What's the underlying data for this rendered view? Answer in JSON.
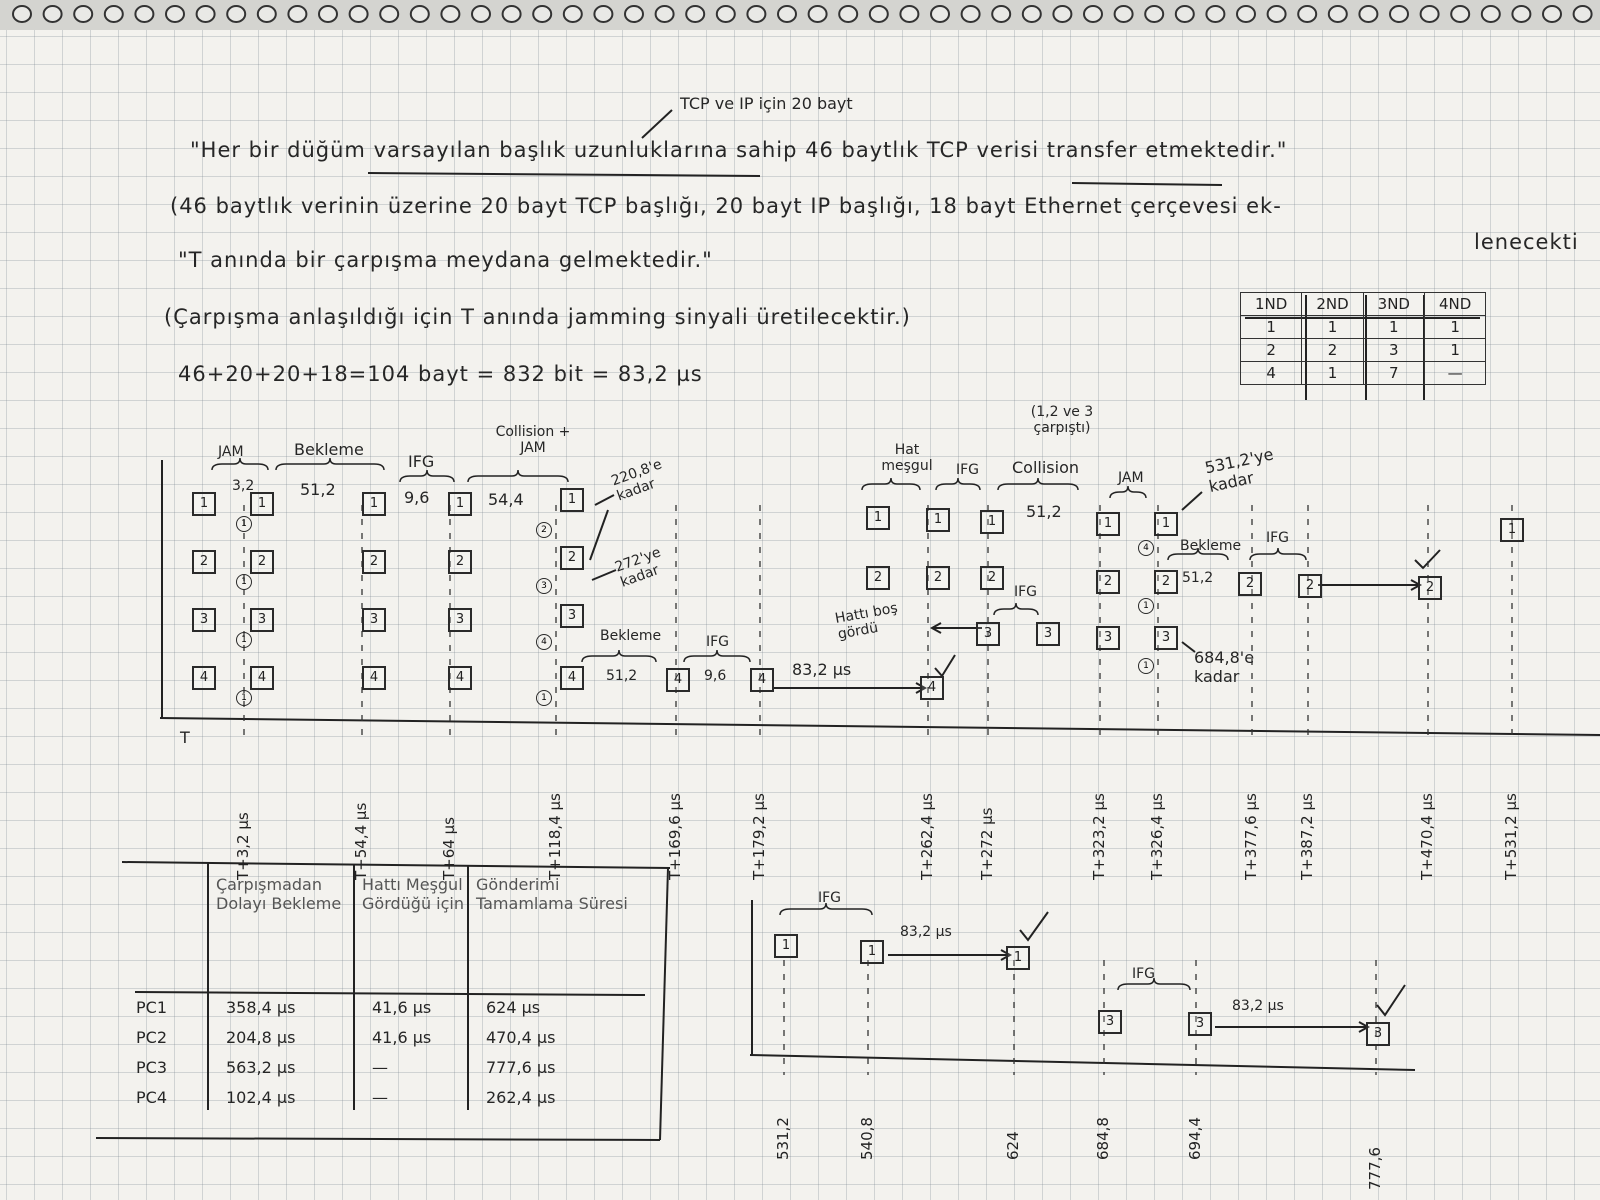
{
  "header": {
    "annotation": "TCP ve IP için 20 bayt",
    "line1": "\"Her bir düğüm varsayılan başlık uzunluklarına sahip 46 baytlık TCP verisi transfer etmektedir.\"",
    "line2": "(46 baytlık verinin üzerine 20 bayt TCP başlığı, 20 bayt IP başlığı, 18 bayt Ethernet çerçevesi ek-",
    "line2b": "lenecekti",
    "line3": "\"T anında bir çarpışma meydana gelmektedir.\"",
    "line4": "(Çarpışma anlaşıldığı için T anında jamming sinyali üretilecektir.)",
    "line5": "46+20+20+18=104 bayt = 832 bit = 83,2 µs"
  },
  "attempt_table": {
    "headers": [
      "1ND",
      "2ND",
      "3ND",
      "4ND"
    ],
    "rows": [
      [
        "1",
        "1",
        "1",
        "1"
      ],
      [
        "2",
        "2",
        "3",
        "1"
      ],
      [
        "4",
        "1",
        "7",
        "—"
      ]
    ]
  },
  "timeline": {
    "origin_label": "T",
    "time_labels": [
      "T+3,2 µs",
      "T+54,4 µs",
      "T+64 µs",
      "T+118,4 µs",
      "T+169,6 µs",
      "T+179,2 µs",
      "T+262,4 µs",
      "T+272 µs",
      "T+323,2 µs",
      "T+326,4 µs",
      "T+377,6 µs",
      "T+387,2 µs",
      "T+470,4 µs",
      "T+531,2 µs"
    ],
    "segment_labels": {
      "jam": "JAM",
      "jam_dur": "3,2",
      "bekleme": "Bekleme",
      "bekleme_dur": "51,2",
      "ifg": "IFG",
      "ifg_dur": "9,6",
      "coll_jam": "Collision + JAM",
      "coll_jam_dur": "54,4",
      "hat_mesgul": "Hat meşgul",
      "ifg2": "IFG",
      "collision": "Collision",
      "collision_dur": "51,2",
      "collision_note": "(1,2 ve 3 çarpıştı)",
      "jam2": "JAM",
      "bekleme2": "Bekleme",
      "bekleme2_dur": "51,2",
      "ifg3": "IFG",
      "bekleme3": "Bekleme",
      "bekleme3_dur": "51,2",
      "ifg4": "IFG",
      "ifg4_dur": "9,6",
      "tx": "83,2 µs",
      "ifg5": "IFG",
      "hatti_bos": "Hattı boş gördü"
    },
    "notes": {
      "n1": "220,8'e kadar",
      "n2": "272'ye kadar",
      "n3": "531,2'ye kadar",
      "n4": "684,8'e kadar"
    },
    "circle_labels": [
      "1",
      "2",
      "3",
      "4"
    ]
  },
  "summary_table": {
    "headers": [
      "",
      "Çarpışmadan Dolayı Bekleme",
      "Hattı Meşgul Gördüğü için",
      "Gönderimi Tamamlama Süresi"
    ],
    "rows": [
      [
        "PC1",
        "358,4 µs",
        "41,6 µs",
        "624 µs"
      ],
      [
        "PC2",
        "204,8 µs",
        "41,6 µs",
        "470,4 µs"
      ],
      [
        "PC3",
        "563,2 µs",
        "—",
        "777,6 µs"
      ],
      [
        "PC4",
        "102,4 µs",
        "—",
        "262,4 µs"
      ]
    ]
  },
  "lower_timeline": {
    "ifg": "IFG",
    "tx": "83,2 µs",
    "time_labels": [
      "531,2",
      "540,8",
      "624",
      "684,8",
      "694,4",
      "777,6"
    ]
  },
  "node_labels": [
    "1",
    "2",
    "3",
    "4"
  ]
}
